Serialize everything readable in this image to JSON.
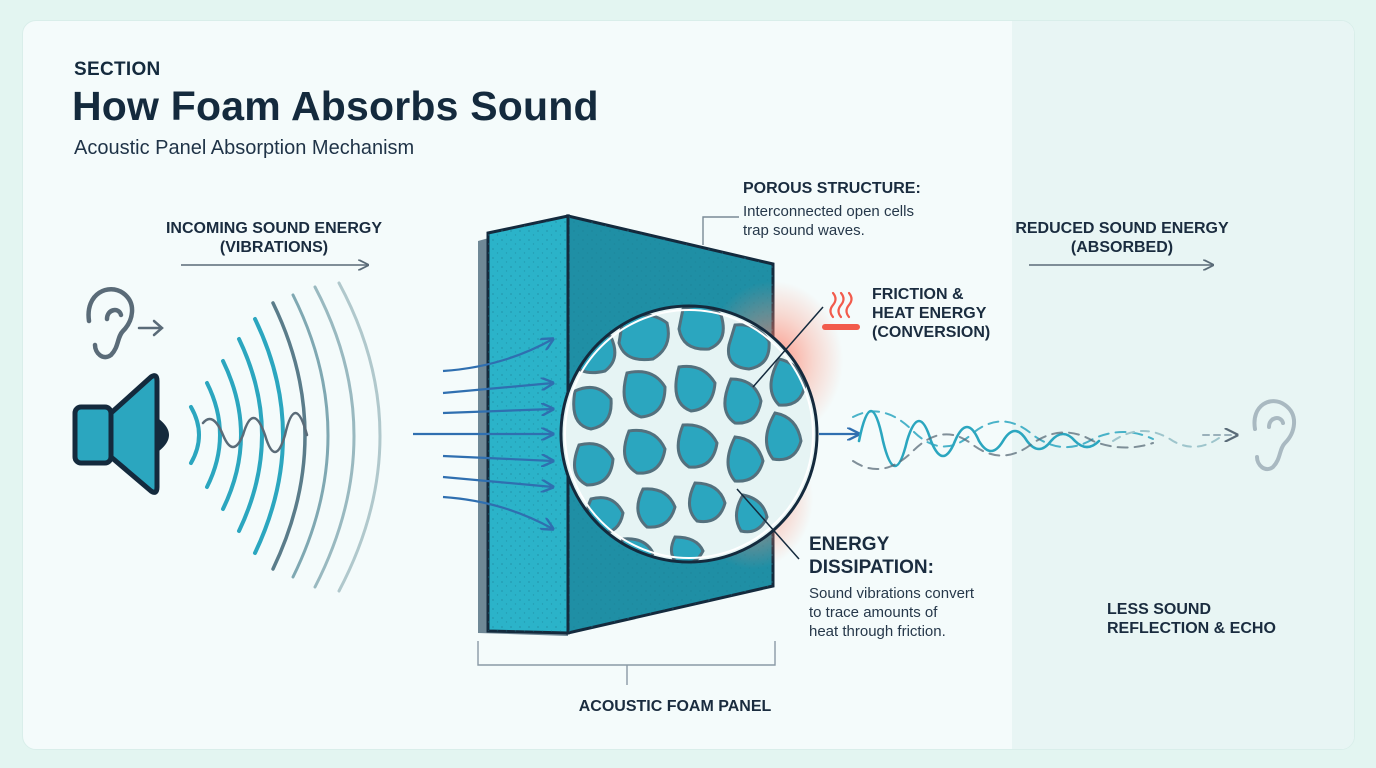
{
  "header": {
    "eyebrow": "SECTION",
    "title": "How Foam Absorbs Sound",
    "subtitle": "Acoustic Panel Absorption Mechanism"
  },
  "labels": {
    "incoming_line1": "INCOMING SOUND ENERGY",
    "incoming_line2": "(VIBRATIONS)",
    "porous_title": "POROUS STRUCTURE:",
    "porous_desc_line1": "Interconnected open cells",
    "porous_desc_line2": "trap sound waves.",
    "reduced_line1": "REDUCED SOUND ENERGY",
    "reduced_line2": "(ABSORBED)",
    "friction_line1": "FRICTION &",
    "friction_line2": "HEAT ENERGY",
    "friction_line3": "(CONVERSION)",
    "dissipation_line1": "ENERGY",
    "dissipation_line2": "DISSIPATION:",
    "dissipation_desc_line1": "Sound vibrations convert",
    "dissipation_desc_line2": "to trace amounts of",
    "dissipation_desc_line3": "heat through friction.",
    "panel_label": "ACOUSTIC FOAM PANEL",
    "less_line1": "LESS SOUND",
    "less_line2": "REFLECTION & ECHO"
  },
  "icons": [
    "ear-icon",
    "speaker-icon",
    "heat-icon",
    "ear-icon"
  ],
  "colors": {
    "foam": "#2bb3c9",
    "foam_dark": "#1f8fa5",
    "wave": "#2ba6bf",
    "arrow": "#2f6fb0",
    "heat": "#f25b4c",
    "text": "#142a3d"
  }
}
